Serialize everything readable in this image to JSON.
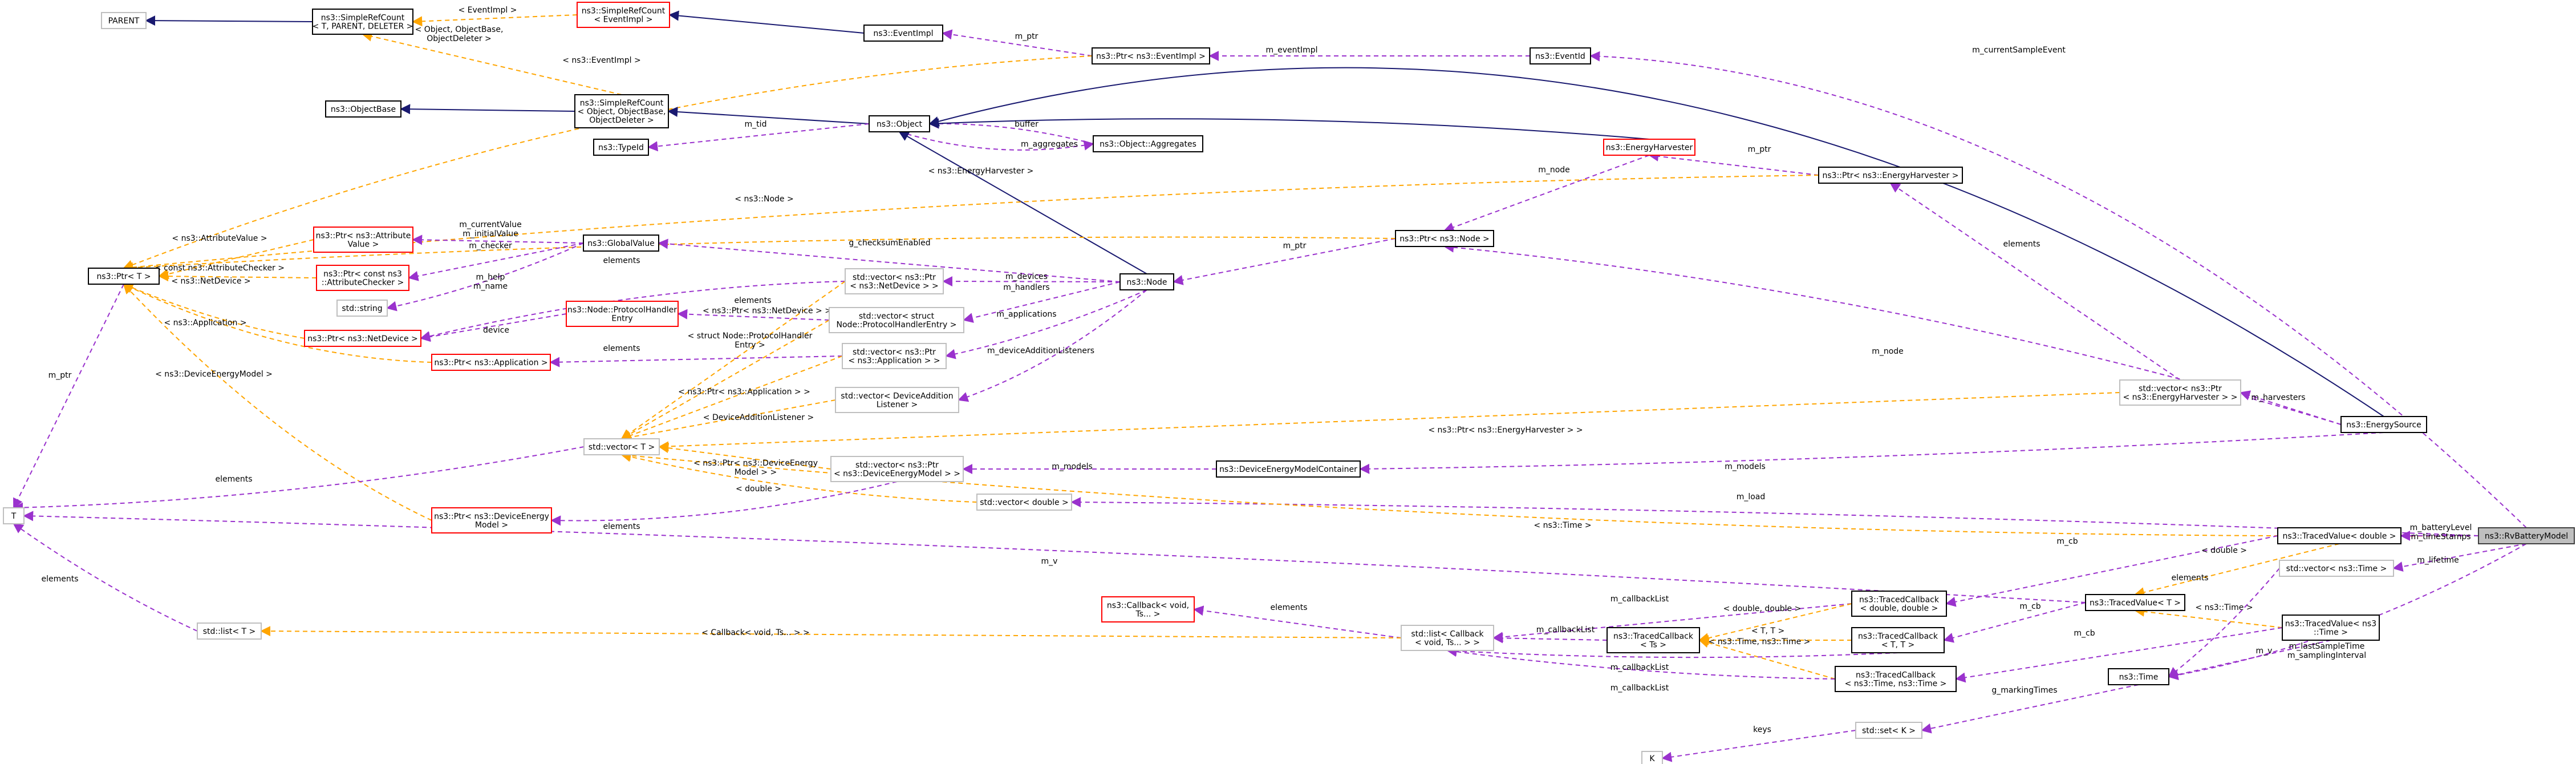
{
  "nodes": {
    "parent": [
      "PARENT"
    ],
    "simplerefcount_parent": [
      "ns3::SimpleRefCount",
      "< T, PARENT, DELETER >"
    ],
    "simplerefcount_eventimpl": [
      "ns3::SimpleRefCount",
      "< EventImpl >"
    ],
    "eventimpl": [
      "ns3::EventImpl"
    ],
    "ptr_eventimpl": [
      "ns3::Ptr< ns3::EventImpl >"
    ],
    "eventid": [
      "ns3::EventId"
    ],
    "objectbase": [
      "ns3::ObjectBase"
    ],
    "simplerefcount_object": [
      "ns3::SimpleRefCount",
      "< Object, ObjectBase,",
      "ObjectDeleter >"
    ],
    "object": [
      "ns3::Object"
    ],
    "typeid": [
      "ns3::TypeId"
    ],
    "aggregates": [
      "ns3::Object::Aggregates"
    ],
    "energyharvester": [
      "ns3::EnergyHarvester"
    ],
    "ptr_energyharvester": [
      "ns3::Ptr< ns3::EnergyHarvester >"
    ],
    "ptr_t": [
      "ns3::Ptr< T >"
    ],
    "ptr_attributevalue": [
      "ns3::Ptr< ns3::Attribute",
      "Value >"
    ],
    "ptr_attributechecker": [
      "ns3::Ptr< const ns3",
      "::AttributeChecker >"
    ],
    "globalvalue": [
      "ns3::GlobalValue"
    ],
    "string": [
      "std::string"
    ],
    "ptr_node": [
      "ns3::Ptr< ns3::Node >"
    ],
    "node": [
      "ns3::Node"
    ],
    "vector_netdevice": [
      "std::vector< ns3::Ptr",
      "< ns3::NetDevice > >"
    ],
    "protocolhandlerentry": [
      "ns3::Node::ProtocolHandler",
      "Entry"
    ],
    "vector_protocolhandler": [
      "std::vector< struct",
      "Node::ProtocolHandlerEntry >"
    ],
    "ptr_netdevice": [
      "ns3::Ptr< ns3::NetDevice >"
    ],
    "ptr_application": [
      "ns3::Ptr< ns3::Application >"
    ],
    "vector_application": [
      "std::vector< ns3::Ptr",
      "< ns3::Application > >"
    ],
    "vector_deviceaddition": [
      "std::vector< DeviceAddition",
      "Listener >"
    ],
    "vector_ptr_energyharvester": [
      "std::vector< ns3::Ptr",
      "< ns3::EnergyHarvester > >"
    ],
    "energysource": [
      "ns3::EnergySource"
    ],
    "vector_t": [
      "std::vector< T >"
    ],
    "vector_deviceenergymodel": [
      "std::vector< ns3::Ptr",
      "< ns3::DeviceEnergyModel > >"
    ],
    "deviceenergymodelcontainer": [
      "ns3::DeviceEnergyModelContainer"
    ],
    "t": [
      "T"
    ],
    "ptr_deviceenergymodel": [
      "ns3::Ptr< ns3::DeviceEnergy",
      "Model >"
    ],
    "vector_double": [
      "std::vector< double >"
    ],
    "tracedvalue_double": [
      "ns3::TracedValue< double >"
    ],
    "rvbatterymodel": [
      "ns3::RvBatteryModel"
    ],
    "vector_time": [
      "std::vector< ns3::Time >"
    ],
    "tracedcallback_double": [
      "ns3::TracedCallback",
      "< double, double >"
    ],
    "tracedvalue_t": [
      "ns3::TracedValue< T >"
    ],
    "callback_void": [
      "ns3::Callback< void,",
      "Ts... >"
    ],
    "list_callback": [
      "std::list< Callback",
      "< void, Ts... > >"
    ],
    "tracedcallback_ts": [
      "ns3::TracedCallback",
      "< Ts >"
    ],
    "tracedcallback_tt": [
      "ns3::TracedCallback",
      "< T, T >"
    ],
    "tracedvalue_time": [
      "ns3::TracedValue< ns3",
      "::Time >"
    ],
    "list_t": [
      "std::list< T >"
    ],
    "tracedcallback_time": [
      "ns3::TracedCallback",
      "< ns3::Time, ns3::Time >"
    ],
    "time": [
      "ns3::Time"
    ],
    "set_k": [
      "std::set< K >"
    ],
    "k": [
      "K"
    ]
  },
  "edge_labels": {
    "eventimpl_tmpl": "< EventImpl >",
    "object_tmpl": [
      "< Object, ObjectBase,",
      "ObjectDeleter >"
    ],
    "m_ptr_eventimpl": "m_ptr",
    "m_eventimpl": "m_eventImpl",
    "m_currentsampleevent": "m_currentSampleEvent",
    "ptr_eventimpl_tmpl": "< ns3::EventImpl >",
    "m_tid": "m_tid",
    "buffer": "buffer",
    "m_aggregates": "m_aggregates",
    "m_ptr_harvester": "m_ptr",
    "m_node": "m_node",
    "ptr_energyharvester_tmpl": "< ns3::EnergyHarvester >",
    "ptr_node_tmpl": "< ns3::Node >",
    "m_ptr_node": "m_ptr",
    "m_currentvalue": [
      "m_currentValue",
      "m_initialValue"
    ],
    "m_checker": "m_checker",
    "ptr_attributevalue_tmpl": "< ns3::AttributeValue >",
    "ptr_attributechecker_tmpl": "< const ns3::AttributeChecker >",
    "ptr_netdevice_tmpl": "< ns3::NetDevice >",
    "ptr_application_tmpl": "< ns3::Application >",
    "ptr_deviceenergymodel_tmpl": "< ns3::DeviceEnergyModel >",
    "m_help": [
      "m_help",
      "m_name"
    ],
    "g_checksumenabled": "g_checksumEnabled",
    "elements_netdevice": "elements",
    "m_devices": "m_devices",
    "m_handlers": "m_handlers",
    "device": "device",
    "elements_protocol": "elements",
    "ptr_netdevice_vec": "< ns3::Ptr< ns3::NetDevice > >",
    "elements_application": "elements",
    "m_applications": "m_applications",
    "struct_protocol_tmpl": [
      "< struct Node::ProtocolHandler",
      "Entry >"
    ],
    "m_deviceadditionlisteners": "m_deviceAdditionListeners",
    "ptr_application_vec": "< ns3::Ptr< ns3::Application > >",
    "deviceadditionlistener_tmpl": "< DeviceAdditionListener >",
    "elements_harvester": "elements",
    "m_node_source": "m_node",
    "m_harvesters": "m_harvesters",
    "ptr_energyharvester_vec": "< ns3::Ptr< ns3::EnergyHarvester > >",
    "m_models": "m_models",
    "ptr_deviceenergymodel_vec": [
      "< ns3::Ptr< ns3::DeviceEnergy",
      "Model > >"
    ],
    "double_tmpl": "< double >",
    "elements_t": "elements",
    "m_ptr_t": "m_ptr",
    "elements_deviceenergymodel": "elements",
    "m_load": "m_load",
    "time_tmpl": "< ns3::Time >",
    "m_batterylevel": [
      "m_batteryLevel",
      "m_timeStamps"
    ],
    "m_lifetime": "m_lifetime",
    "m_cb_double": "m_cb",
    "double_tracedvalue": "< double >",
    "elements_time": "elements",
    "m_v": "m_v",
    "m_callbacklist_double": "m_callbackList",
    "double_double_tmpl": "< double, double >",
    "m_cb_t": "m_cb",
    "elements_callback": "elements",
    "m_callbacklist_ts": "m_callbackList",
    "tt_tmpl": "< T, T >",
    "time_time_tmpl": "< ns3::Time, ns3::Time >",
    "time_tracedvalue": "< ns3::Time >",
    "m_cb_time": "m_cb",
    "m_v_time": "m_v",
    "m_lastsampletime": [
      "m_lastSampleTime",
      "m_samplingInterval"
    ],
    "m_callbacklist_tt": "m_callbackList",
    "m_callbacklist_time": "m_callbackList",
    "callback_list_tmpl": "< Callback< void, Ts... > >",
    "elements_list": "elements",
    "g_markingtimes": "g_markingTimes",
    "keys": "keys"
  },
  "colors": {
    "inheritance": "#191970",
    "member": "#9a32cd",
    "template": "#ffa500",
    "undocumented_border": "#bfbfbf",
    "truncated_border": "#ff0000",
    "focus_fill": "#bfbfbf"
  }
}
